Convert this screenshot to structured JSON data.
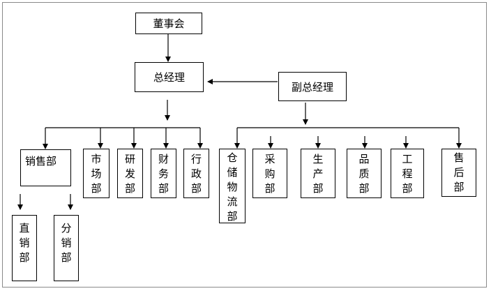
{
  "nodes": {
    "board": "董事会",
    "gm": "总经理",
    "vgm": "副总经理",
    "sales": "销售部",
    "direct_sales": [
      "直",
      "销",
      "部"
    ],
    "branch_sales": [
      "分",
      "销",
      "部"
    ],
    "market": [
      "市",
      "场",
      "部"
    ],
    "rnd": [
      "研",
      "发",
      "部"
    ],
    "finance": [
      "财",
      "务",
      "部"
    ],
    "admin": [
      "行",
      "政",
      "部"
    ],
    "logistics": [
      "仓",
      "储",
      "物",
      "流",
      "部"
    ],
    "purchase": [
      "采",
      "购",
      "部"
    ],
    "production": [
      "生",
      "产",
      "部"
    ],
    "quality": [
      "品",
      "质",
      "部"
    ],
    "engineering": [
      "工",
      "程",
      "部"
    ],
    "aftersales": [
      "售",
      "后",
      "部"
    ]
  }
}
